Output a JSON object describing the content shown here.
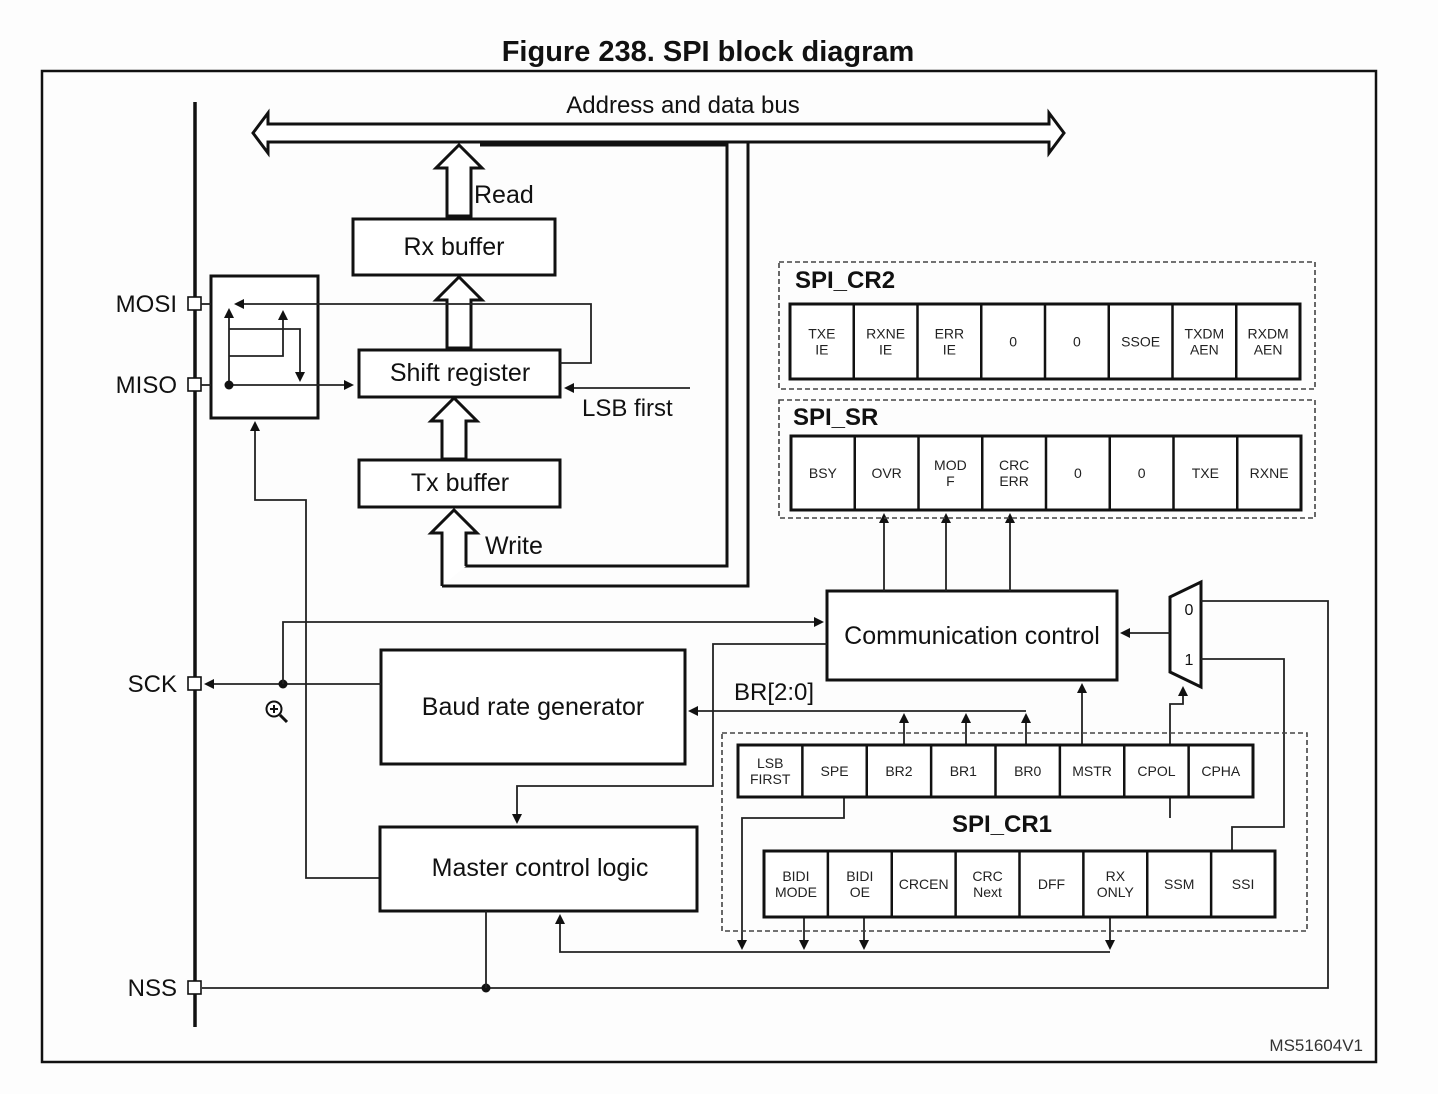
{
  "figure": {
    "title": "Figure 238. SPI block diagram",
    "code": "MS51604V1"
  },
  "bus": {
    "label": "Address and data bus"
  },
  "buffers": {
    "rx": "Rx buffer",
    "shift": "Shift register",
    "tx": "Tx buffer",
    "read": "Read",
    "write": "Write",
    "lsb_first": "LSB first"
  },
  "pins": {
    "mosi": "MOSI",
    "miso": "MISO",
    "sck": "SCK",
    "nss": "NSS"
  },
  "blocks": {
    "comm_control": "Communication control",
    "baud_rate": "Baud rate generator",
    "master_control": "Master control logic",
    "br_label": "BR[2:0]"
  },
  "mux": {
    "in0": "0",
    "in1": "1"
  },
  "spi_cr2": {
    "name": "SPI_CR2",
    "bits": [
      [
        "TXE",
        "IE"
      ],
      [
        "RXNE",
        "IE"
      ],
      [
        "ERR",
        "IE"
      ],
      [
        "0"
      ],
      [
        "0"
      ],
      [
        "SSOE"
      ],
      [
        "TXDM",
        "AEN"
      ],
      [
        "RXDM",
        "AEN"
      ]
    ]
  },
  "spi_sr": {
    "name": "SPI_SR",
    "bits": [
      [
        "BSY"
      ],
      [
        "OVR"
      ],
      [
        "MOD",
        "F"
      ],
      [
        "CRC",
        "ERR"
      ],
      [
        "0"
      ],
      [
        "0"
      ],
      [
        "TXE"
      ],
      [
        "RXNE"
      ]
    ]
  },
  "spi_cr1": {
    "name": "SPI_CR1",
    "bits_top": [
      [
        "LSB",
        "FIRST"
      ],
      [
        "SPE"
      ],
      [
        "BR2"
      ],
      [
        "BR1"
      ],
      [
        "BR0"
      ],
      [
        "MSTR"
      ],
      [
        "CPOL"
      ],
      [
        "CPHA"
      ]
    ],
    "bits_bottom": [
      [
        "BIDI",
        "MODE"
      ],
      [
        "BIDI",
        "OE"
      ],
      [
        "CRCEN"
      ],
      [
        "CRC",
        "Next"
      ],
      [
        "DFF"
      ],
      [
        "RX",
        "ONLY"
      ],
      [
        "SSM"
      ],
      [
        "SSI"
      ]
    ]
  },
  "cursor": {
    "icon": "zoom-in-cursor-icon"
  },
  "colors": {
    "line": "#111111",
    "background": "#fdfdfd"
  }
}
